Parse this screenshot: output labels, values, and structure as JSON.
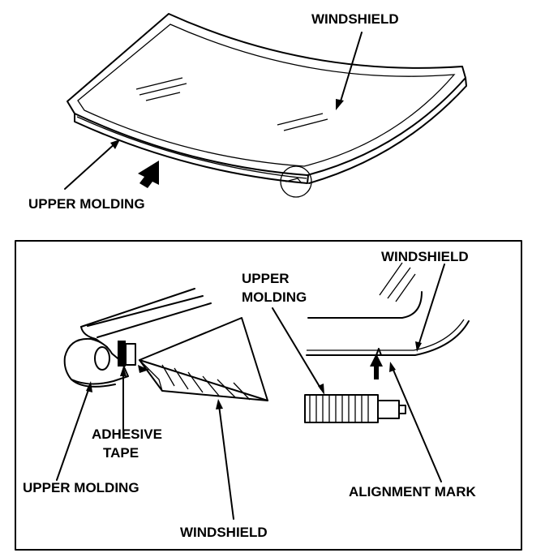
{
  "labels": {
    "top_windshield": "WINDSHIELD",
    "top_upper_molding": "UPPER MOLDING",
    "left_adhesive_line1": "ADHESIVE",
    "left_adhesive_line2": "TAPE",
    "left_upper_molding": "UPPER MOLDING",
    "left_windshield": "WINDSHIELD",
    "right_upper_molding_line1": "UPPER",
    "right_upper_molding_line2": "MOLDING",
    "right_windshield": "WINDSHIELD",
    "right_alignment_mark": "ALIGNMENT MARK"
  }
}
